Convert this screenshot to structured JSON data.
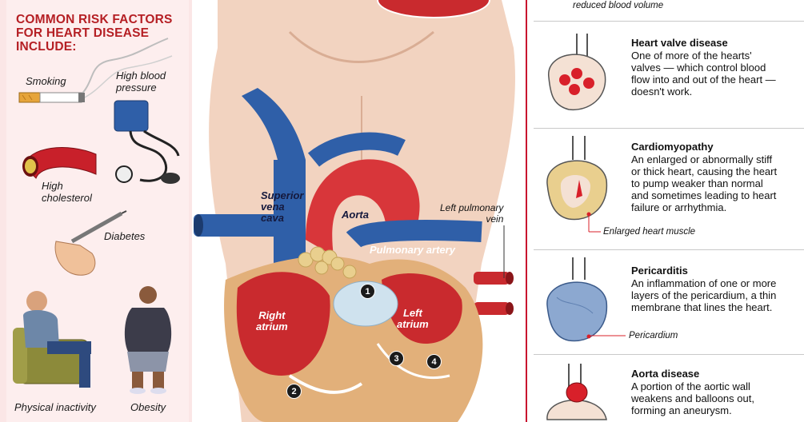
{
  "left_panel": {
    "title": "COMMON RISK FACTORS\nFOR HEART DISEASE\nINCLUDE:",
    "factors": [
      {
        "label": "Smoking"
      },
      {
        "label": "High blood\npressure"
      },
      {
        "label": "High\ncholesterol"
      },
      {
        "label": "Diabetes"
      },
      {
        "label": "Physical inactivity"
      },
      {
        "label": "Obesity"
      }
    ]
  },
  "center": {
    "labels": {
      "superior_vena_cava": "Superior\nvena\ncava",
      "aorta": "Aorta",
      "left_pulmonary_vein": "Left pulmonary\nvein",
      "pulmonary_artery": "Pulmonary artery",
      "right_atrium": "Right\natrium",
      "left_atrium": "Left\natrium"
    },
    "markers": [
      "1",
      "2",
      "3",
      "4"
    ]
  },
  "right_panel": {
    "top_caption": "reduced blood volume",
    "conditions": [
      {
        "title": "Heart valve disease",
        "description": "One of more of the hearts'\nvalves — which control blood\nflow into and out of the heart —\ndoesn't work."
      },
      {
        "title": "Cardiomyopathy",
        "description": "An enlarged or abnormally stiff\nor thick heart, causing the heart\nto pump weaker than normal\nand sometimes leading to heart\nfailure or arrhythmia.",
        "callout": "Enlarged heart muscle"
      },
      {
        "title": "Pericarditis",
        "description": "An inflammation of one or more\nlayers of the pericardium, a thin\nmembrane that lines the heart.",
        "callout": "Pericardium"
      },
      {
        "title": "Aorta disease",
        "description": "A portion of the aortic wall\nweakens and balloons out,\nforming an aneurysm."
      }
    ]
  },
  "colors": {
    "accent_red": "#c8102e",
    "title_red": "#b51f24",
    "panel_pink": "#fdeeee",
    "vessel_blue": "#2f5fa8",
    "heart_red": "#d8363a",
    "heart_wall": "#e2b07a"
  }
}
